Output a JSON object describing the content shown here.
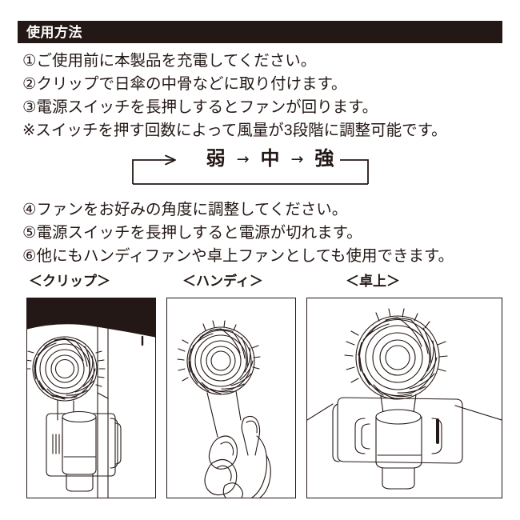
{
  "header": {
    "title": "使用方法"
  },
  "instructions_top": [
    "①ご使用前に本製品を充電してください。",
    "②クリップで日傘の中骨などに取り付けます。",
    "③電源スイッチを長押しするとファンが回ります。",
    "※スイッチを押す回数によって風量が3段階に調整可能です。"
  ],
  "wind_cycle": {
    "levels": [
      "弱",
      "中",
      "強"
    ],
    "arrow_glyph": "→",
    "description": "弱 → 中 → 強 の繰り返し"
  },
  "instructions_bottom": [
    "④ファンをお好みの角度に調整してください。",
    "⑤電源スイッチを長押しすると電源が切れます。",
    "⑥他にもハンディファンや卓上ファンとしても使用できます。"
  ],
  "panels": [
    {
      "caption": "＜クリップ＞",
      "illustration": "clip-on-parasol-fan"
    },
    {
      "caption": "＜ハンディ＞",
      "illustration": "handheld-fan-in-hand"
    },
    {
      "caption": "＜卓上＞",
      "illustration": "desktop-stand-fan"
    }
  ],
  "colors": {
    "ink": "#231815",
    "paper": "#ffffff",
    "header_text": "#ffffff"
  }
}
